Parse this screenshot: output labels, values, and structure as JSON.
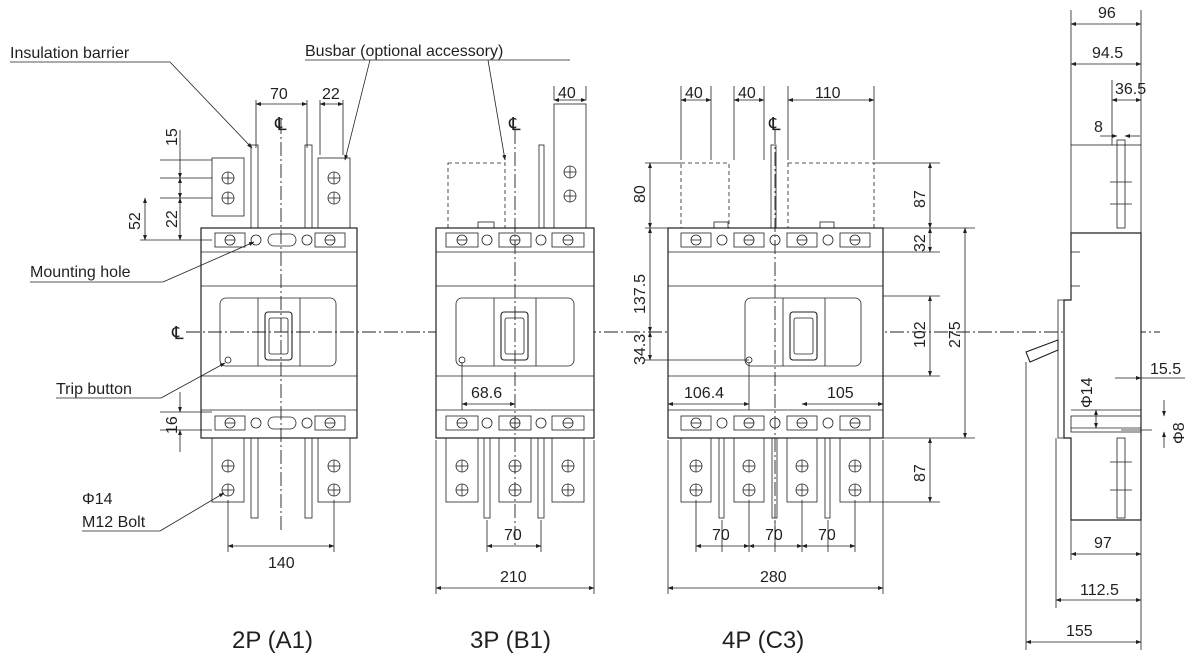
{
  "labels": {
    "insulation_barrier": "Insulation barrier",
    "busbar": "Busbar (optional accessory)",
    "mounting_hole": "Mounting hole",
    "trip_button": "Trip button",
    "bolt_dia": "Φ14",
    "bolt": "M12 Bolt",
    "centerline": "℄"
  },
  "views": {
    "p2": "2P (A1)",
    "p3": "3P (B1)",
    "p4": "4P (C3)"
  },
  "dims": {
    "d70_top": "70",
    "d22_top": "22",
    "d15": "15",
    "d52": "52",
    "d22_left": "22",
    "d16": "16",
    "d140": "140",
    "d40_3p": "40",
    "d68_6": "68.6",
    "d70_3p": "70",
    "d210": "210",
    "d40a_4p": "40",
    "d40b_4p": "40",
    "d110": "110",
    "d80": "80",
    "d137_5": "137.5",
    "d34_3": "34.3",
    "d106_4": "106.4",
    "d105": "105",
    "d87_top": "87",
    "d32": "32",
    "d102": "102",
    "d275": "275",
    "d87_bot": "87",
    "d70a_4p": "70",
    "d70b_4p": "70",
    "d70c_4p": "70",
    "d280": "280",
    "d96": "96",
    "d94_5": "94.5",
    "d36_5": "36.5",
    "d8_top": "8",
    "d15_5": "15.5",
    "d14_side": "Φ14",
    "d8_side": "Φ8",
    "d97": "97",
    "d112_5": "112.5",
    "d155": "155"
  }
}
